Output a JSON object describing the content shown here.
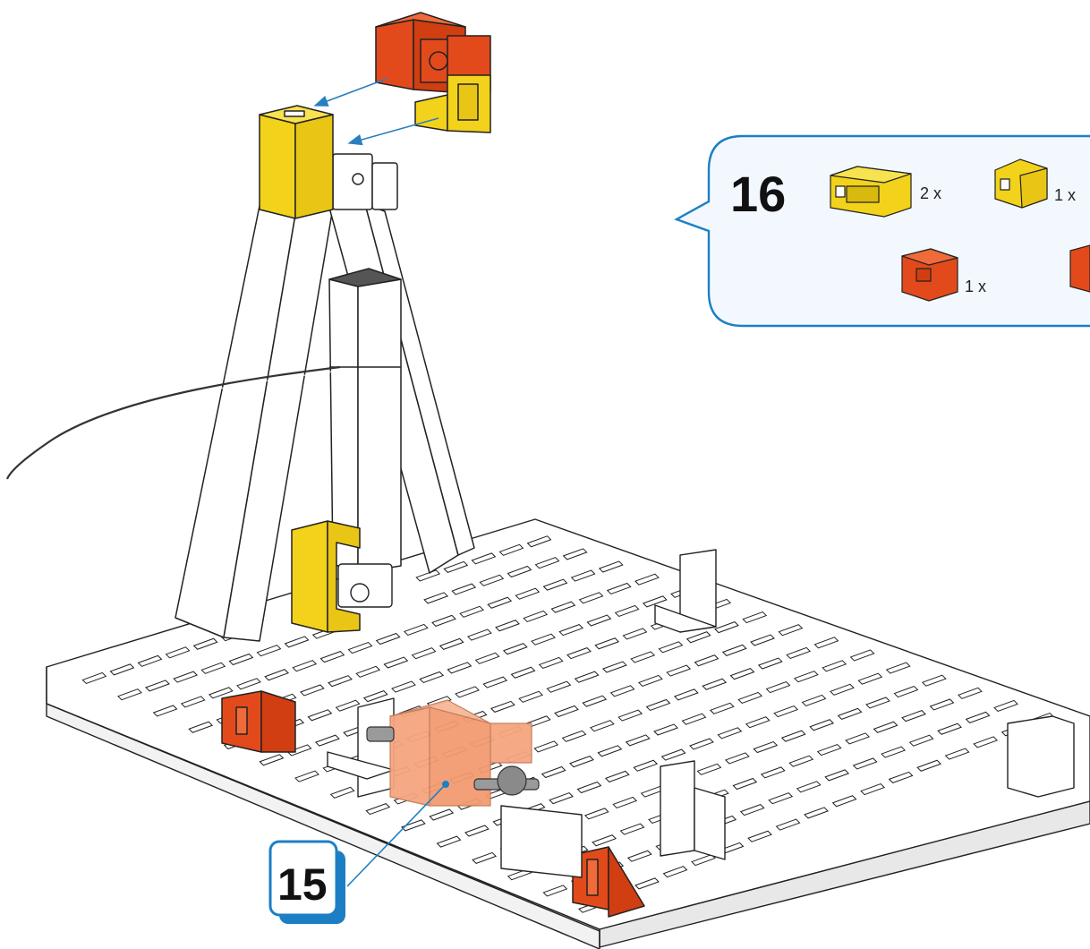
{
  "parts_callout": {
    "step_number": "16",
    "parts": [
      {
        "name": "yellow-building-block-15-with-two-pins",
        "color": "#f2d21a",
        "qty": "2 x"
      },
      {
        "name": "yellow-building-block-5",
        "color": "#f2d21a",
        "qty": "1 x"
      },
      {
        "name": "red-building-block",
        "color": "#e24a1c",
        "qty": "1 x"
      },
      {
        "name": "red-angle-block-partial",
        "color": "#e24a1c"
      }
    ],
    "border_color": "#1c7fc4",
    "fill_color": "#f2f8fd"
  },
  "step_marker": {
    "number": "15",
    "border_color": "#1c7fc4"
  },
  "model": {
    "base_plate_color": "#ffffff",
    "red_part_color": "#e24a1c",
    "yellow_part_color": "#f2d21a",
    "ghost_part_color": "#f5a57f",
    "arrow_color": "#2a7fc0"
  }
}
